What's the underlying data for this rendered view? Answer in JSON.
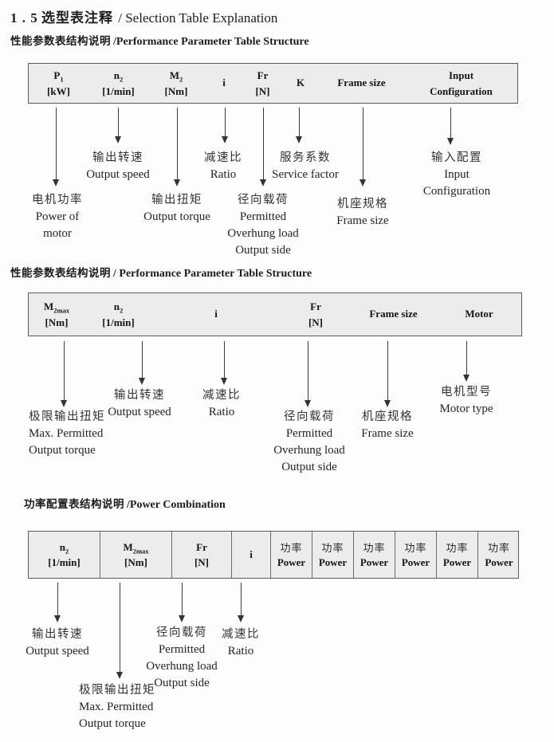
{
  "title": {
    "num": "1 . 5",
    "zh": "选型表注释",
    "en": "/  Selection Table Explanation"
  },
  "s1": {
    "heading_zh": "性能参数表结构说明",
    "heading_en": "/Performance Parameter Table Structure",
    "cols": [
      {
        "sym": "P",
        "sub": "1",
        "unit": "[kW]"
      },
      {
        "sym": "n",
        "sub": "2",
        "unit": "[1/min]"
      },
      {
        "sym": "M",
        "sub": "2",
        "unit": "[Nm]"
      },
      {
        "sym": "i"
      },
      {
        "sym": "Fr",
        "unit": "[N]"
      },
      {
        "sym": "K"
      },
      {
        "sym": "Frame size"
      },
      {
        "sym": "Input",
        "unit": "Configuration"
      }
    ],
    "callouts": [
      {
        "lines": [
          "电机功率",
          "Power of",
          "motor"
        ]
      },
      {
        "lines": [
          "输出转速",
          "Output speed"
        ]
      },
      {
        "lines": [
          "输出扭矩",
          "Output torque"
        ]
      },
      {
        "lines": [
          "减速比",
          "Ratio"
        ]
      },
      {
        "lines": [
          "径向载荷",
          "Permitted",
          "Overhung load",
          "Output side"
        ]
      },
      {
        "lines": [
          "服务系数",
          "Service factor"
        ]
      },
      {
        "lines": [
          "机座规格",
          "Frame size"
        ]
      },
      {
        "lines": [
          "输入配置",
          "Input",
          "Configuration"
        ]
      }
    ]
  },
  "s2": {
    "heading_zh": "性能参数表结构说明",
    "heading_en": "/ Performance Parameter Table Structure",
    "cols": [
      {
        "sym": "M",
        "sub": "2max",
        "unit": "[Nm]"
      },
      {
        "sym": "n",
        "sub": "2",
        "unit": "[1/min]"
      },
      {
        "sym": "i"
      },
      {
        "sym": "Fr",
        "unit": "[N]"
      },
      {
        "sym": "Frame size"
      },
      {
        "sym": "Motor"
      }
    ],
    "callouts": [
      {
        "lines": [
          "极限输出扭矩",
          "Max. Permitted",
          "Output  torque"
        ]
      },
      {
        "lines": [
          "输出转速",
          "Output speed"
        ]
      },
      {
        "lines": [
          "减速比",
          "Ratio"
        ]
      },
      {
        "lines": [
          "径向载荷",
          "Permitted",
          "Overhung load",
          "Output side"
        ]
      },
      {
        "lines": [
          "机座规格",
          "Frame size"
        ]
      },
      {
        "lines": [
          "电机型号",
          "Motor type"
        ]
      }
    ]
  },
  "s3": {
    "heading_zh": "功率配置表结构说明",
    "heading_en": "/Power Combination",
    "cols": [
      {
        "sym": "n",
        "sub": "2",
        "unit": "[1/min]"
      },
      {
        "sym": "M",
        "sub": "2max",
        "unit": "[Nm]"
      },
      {
        "sym": "Fr",
        "unit": "[N]"
      },
      {
        "sym": "i"
      }
    ],
    "power_cols": [
      {
        "zh": "功率",
        "en": "Power"
      },
      {
        "zh": "功率",
        "en": "Power"
      },
      {
        "zh": "功率",
        "en": "Power"
      },
      {
        "zh": "功率",
        "en": "Power"
      },
      {
        "zh": "功率",
        "en": "Power"
      },
      {
        "zh": "功率",
        "en": "Power"
      }
    ],
    "callouts": [
      {
        "lines": [
          "输出转速",
          "Output speed"
        ]
      },
      {
        "lines": [
          "极限输出扭矩",
          "Max. Permitted",
          "Output  torque"
        ]
      },
      {
        "lines": [
          "径向载荷",
          "Permitted",
          "Overhung load",
          "Output side"
        ]
      },
      {
        "lines": [
          "减速比",
          "Ratio"
        ]
      }
    ]
  }
}
